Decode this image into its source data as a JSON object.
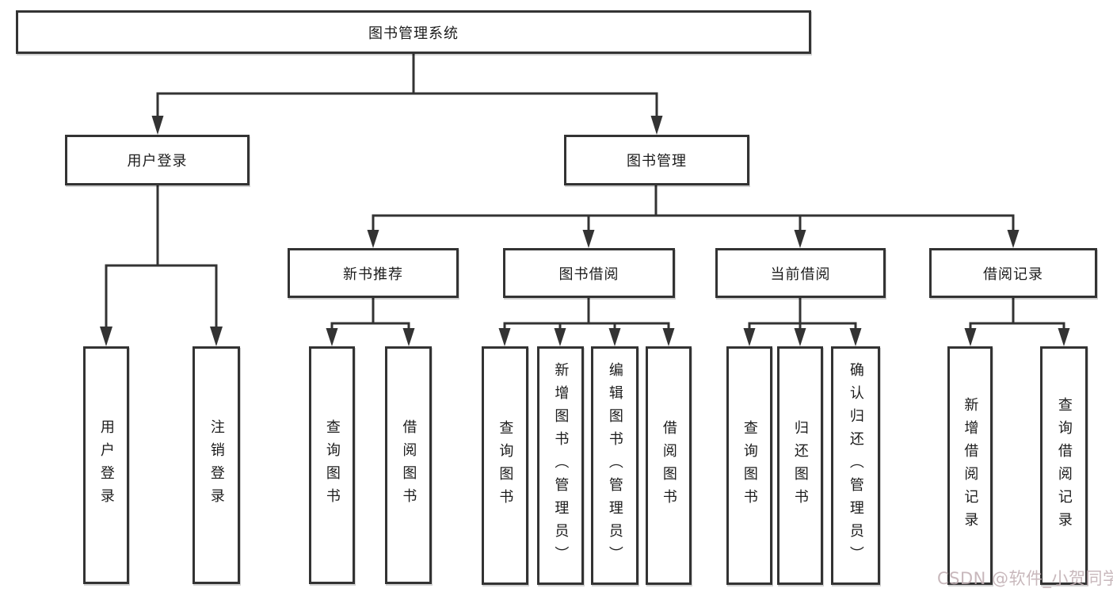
{
  "diagram": {
    "type": "hierarchy-tree",
    "nodes": {
      "root": "图书管理系统",
      "user_login": "用户登录",
      "book_mgmt": "图书管理",
      "new_book_rec": "新书推荐",
      "book_borrow": "图书借阅",
      "current_borrow": "当前借阅",
      "borrow_records": "借阅记录",
      "login": "用户登录",
      "logout": "注销登录",
      "rec_query_books": "查询图书",
      "rec_borrow_books": "借阅图书",
      "bb_query_books": "查询图书",
      "bb_add_books": "新增图书（管理员）",
      "bb_edit_books": "编辑图书（管理员）",
      "bb_borrow_books": "借阅图书",
      "cb_query_books": "查询图书",
      "cb_return_books": "归还图书",
      "cb_confirm_return": "确认归还（管理员）",
      "br_add_record": "新增借阅记录",
      "br_query_record": "查询借阅记录"
    },
    "edges": [
      [
        "root",
        "user_login"
      ],
      [
        "root",
        "book_mgmt"
      ],
      [
        "user_login",
        "login"
      ],
      [
        "user_login",
        "logout"
      ],
      [
        "book_mgmt",
        "new_book_rec"
      ],
      [
        "book_mgmt",
        "book_borrow"
      ],
      [
        "book_mgmt",
        "current_borrow"
      ],
      [
        "book_mgmt",
        "borrow_records"
      ],
      [
        "new_book_rec",
        "rec_query_books"
      ],
      [
        "new_book_rec",
        "rec_borrow_books"
      ],
      [
        "book_borrow",
        "bb_query_books"
      ],
      [
        "book_borrow",
        "bb_add_books"
      ],
      [
        "book_borrow",
        "bb_edit_books"
      ],
      [
        "book_borrow",
        "bb_borrow_books"
      ],
      [
        "current_borrow",
        "cb_query_books"
      ],
      [
        "current_borrow",
        "cb_return_books"
      ],
      [
        "current_borrow",
        "cb_confirm_return"
      ],
      [
        "borrow_records",
        "br_add_record"
      ],
      [
        "borrow_records",
        "br_query_record"
      ]
    ],
    "colors": {
      "line": "#333333",
      "box_border": "#333333",
      "text": "#1c1c1c",
      "background": "#ffffff",
      "watermark": "#c3b1b5"
    }
  },
  "watermark": {
    "text": "CSDN @软件_小贺同学"
  }
}
